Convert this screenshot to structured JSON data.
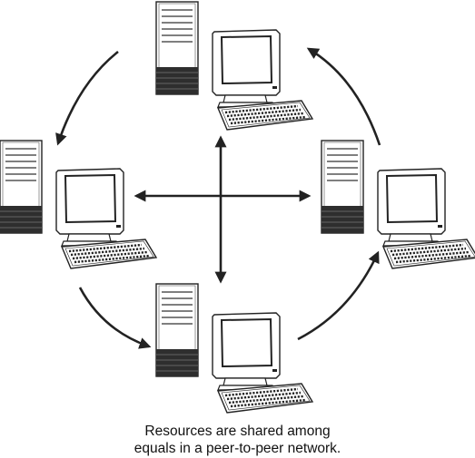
{
  "caption": {
    "line1": "Resources are shared among",
    "line2": "equals in a peer-to-peer network."
  },
  "nodes": [
    {
      "id": "peer-top",
      "device": "tower-and-computer-icon"
    },
    {
      "id": "peer-left",
      "device": "tower-and-computer-icon"
    },
    {
      "id": "peer-right",
      "device": "tower-and-computer-icon"
    },
    {
      "id": "peer-bottom",
      "device": "tower-and-computer-icon"
    }
  ],
  "colors": {
    "line": "#222222",
    "case": "#ffffff",
    "screen": "#ffffff",
    "vents": "#3a3a3a"
  }
}
